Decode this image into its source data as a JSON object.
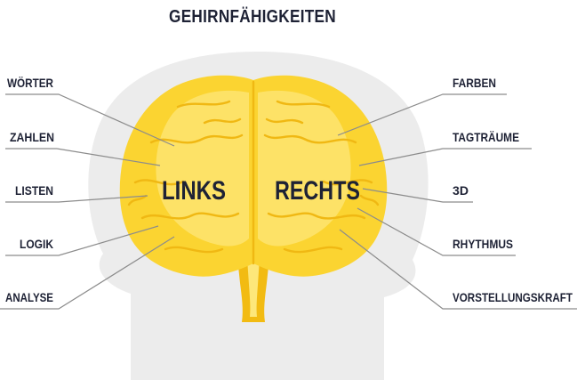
{
  "title": "GEHIRNFÄHIGKEITEN",
  "hemispheres": {
    "left": "LINKS",
    "right": "RECHTS"
  },
  "left_labels": [
    "WÖRTER",
    "ZAHLEN",
    "LISTEN",
    "LOGIK",
    "ANALYSE"
  ],
  "right_labels": [
    "FARBEN",
    "TAGTRÄUME",
    "3D",
    "RHYTHMUS",
    "VORSTELLUNGSKRAFT"
  ],
  "colors": {
    "text": "#1e2235",
    "brain": "#fbd431",
    "brain_light": "#fde77a",
    "brain_dark": "#f2bb12",
    "head": "#ececec",
    "leader": "#8c8c8c"
  }
}
